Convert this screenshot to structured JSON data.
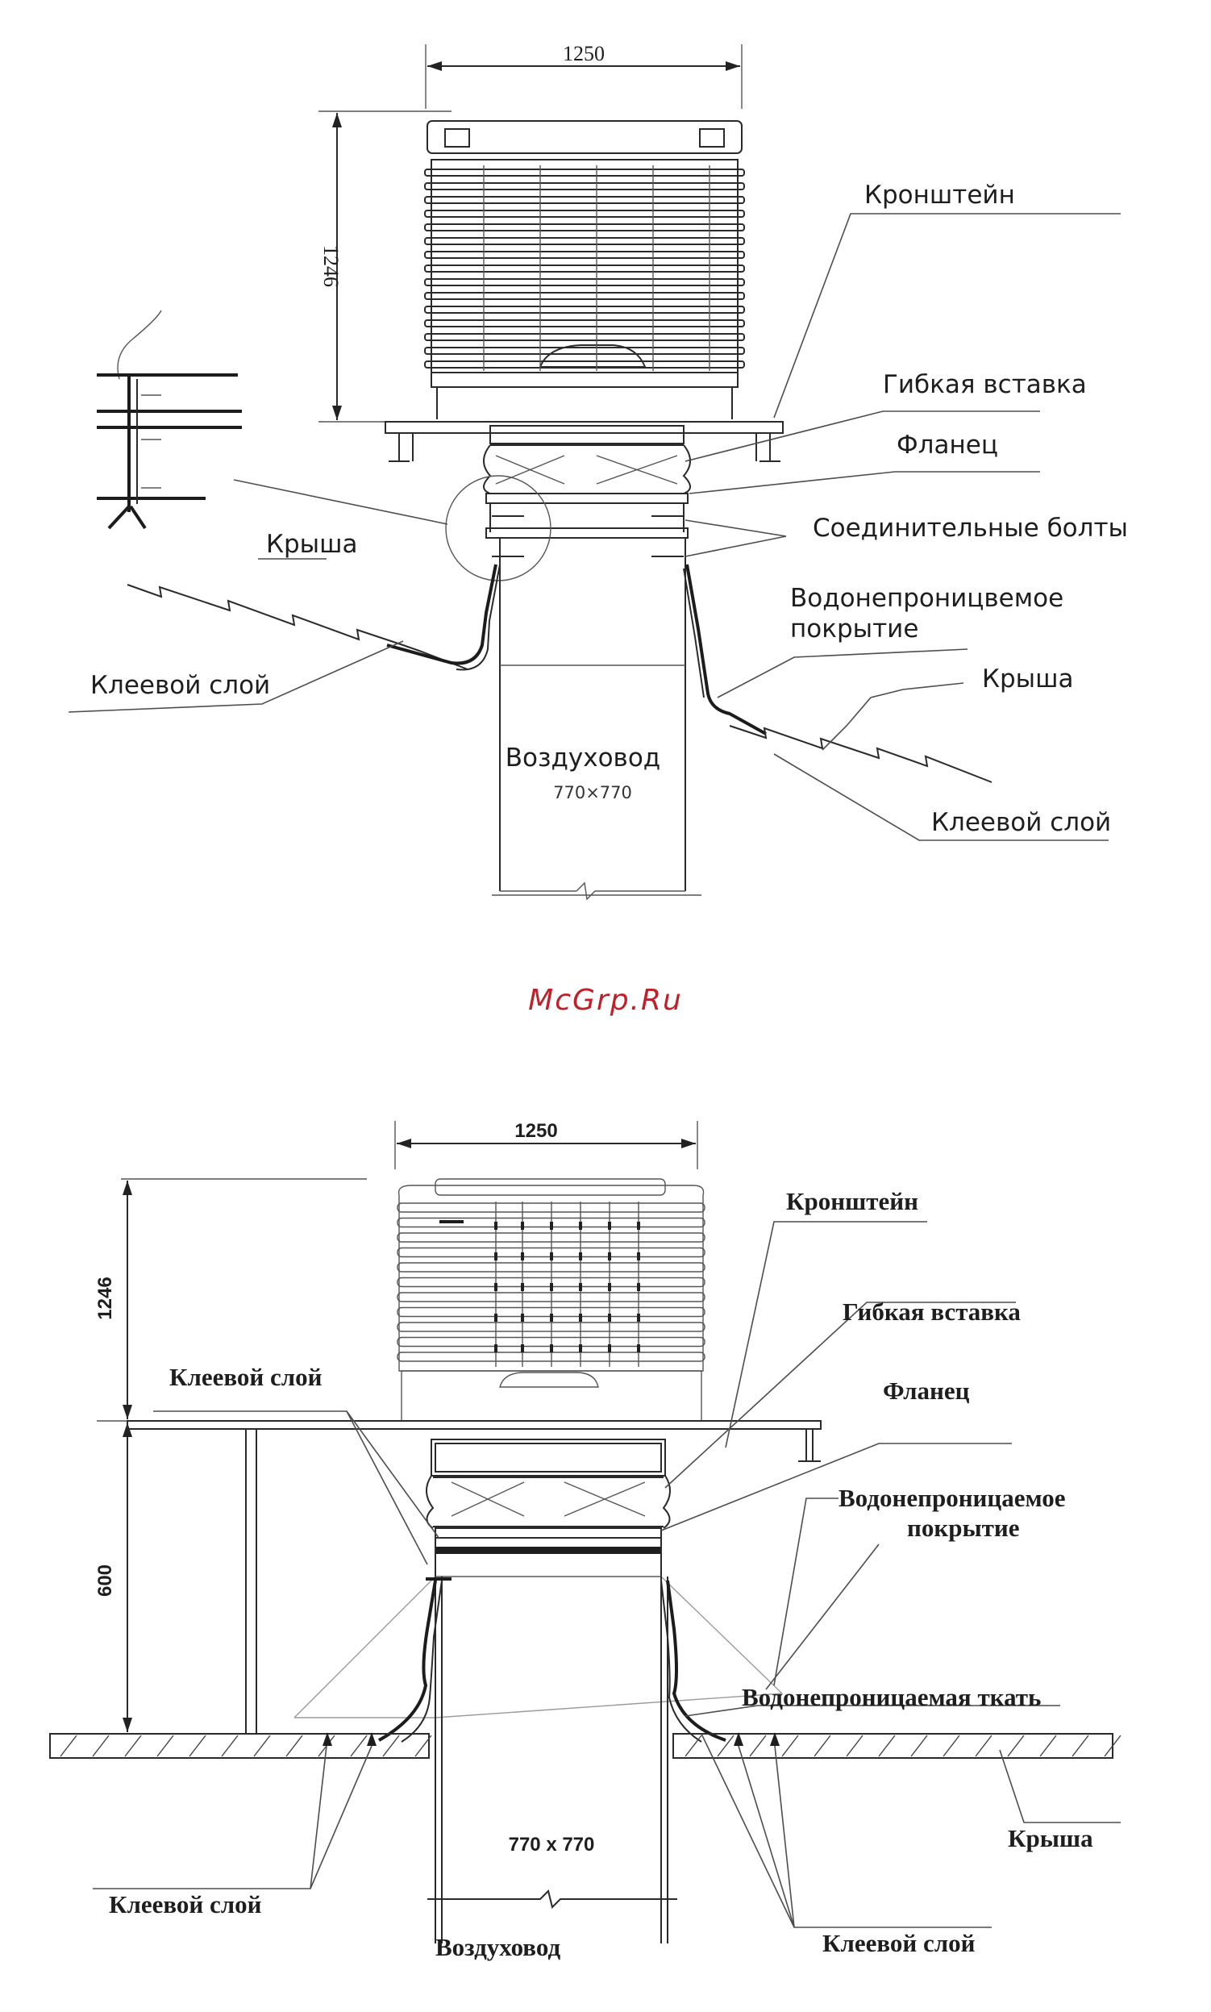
{
  "top_diagram": {
    "dim_width": "1250",
    "dim_height": "1246",
    "labels": {
      "bracket": "Кронштейн",
      "flex_insert": "Гибкая вставка",
      "flange": "Фланец",
      "bolts": "Соединительные болты",
      "waterproof_line1": "Водонепроницвемое",
      "waterproof_line2": "покрытие",
      "roof_left": "Крыша",
      "roof_right": "Крыша",
      "glue_left": "Клеевой слой",
      "glue_right": "Клеевой слой",
      "duct": "Воздуховод",
      "duct_size": "770×770"
    }
  },
  "watermark": "McGrp.Ru",
  "bottom_diagram": {
    "dim_width": "1250",
    "dim_height_upper": "1246",
    "dim_height_lower": "600",
    "labels": {
      "bracket": "Кронштейн",
      "flex_insert": "Гибкая вставка",
      "flange": "Фланец",
      "glue_top": "Клеевой слой",
      "waterproof_line1": "Водонепроницаемое",
      "waterproof_line2": "покрытие",
      "fabric": "Водонепроницаемая ткать",
      "roof": "Крыша",
      "glue_left": "Клеевой слой",
      "glue_right": "Клеевой слой",
      "duct": "Воздуховод",
      "duct_size": "770 x 770"
    }
  }
}
